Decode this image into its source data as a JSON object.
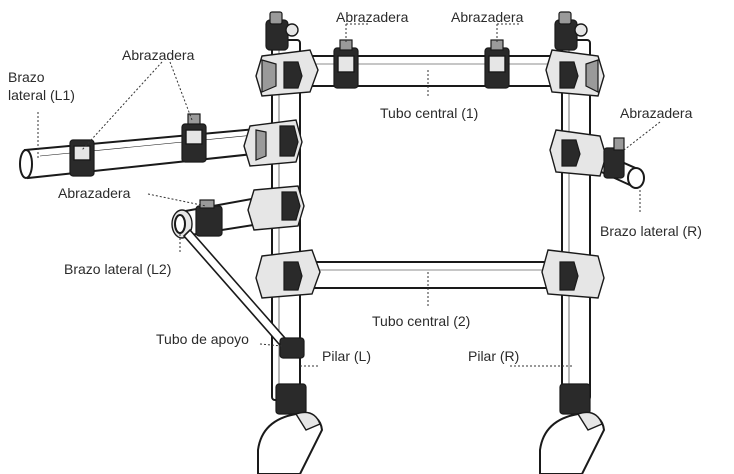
{
  "labels": {
    "abrazadera_top_left": "Abrazadera",
    "abrazadera_top_right": "Abrazadera",
    "abrazadera_left_arm": "Abrazadera",
    "abrazadera_right_arm": "Abrazadera",
    "abrazadera_l2": "Abrazadera",
    "brazo_lateral_l1_line1": "Brazo",
    "brazo_lateral_l1_line2": "lateral (L1)",
    "tubo_central_1": "Tubo central (1)",
    "brazo_lateral_r": "Brazo lateral (R)",
    "brazo_lateral_l2": "Brazo lateral (L2)",
    "tubo_central_2": "Tubo central (2)",
    "tubo_de_apoyo": "Tubo de apoyo",
    "pilar_l": "Pilar (L)",
    "pilar_r": "Pilar (R)"
  }
}
